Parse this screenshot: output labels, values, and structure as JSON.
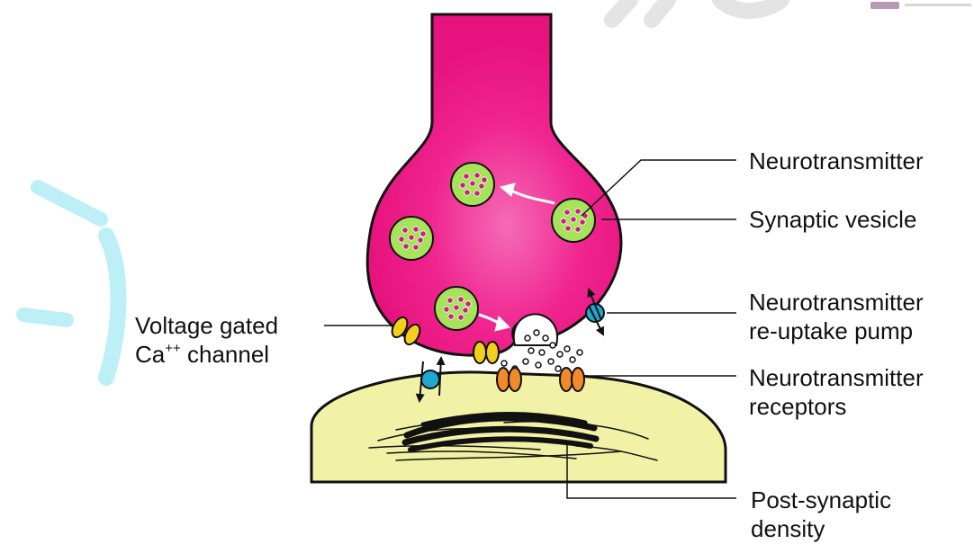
{
  "labels": {
    "neurotransmitter": "Neurotransmitter",
    "synaptic_vesicle": "Synaptic vesicle",
    "reuptake_line1": "Neurotransmitter",
    "reuptake_line2": "re-uptake pump",
    "receptors_line1": "Neurotransmitter",
    "receptors_line2": "receptors",
    "psd_line1": "Post-synaptic",
    "psd_line2": "density",
    "vgcc_line1": "Voltage gated",
    "vgcc_line2_prefix": "Ca",
    "vgcc_line2_sup": "++",
    "vgcc_line2_suffix": " channel"
  },
  "colors": {
    "presynaptic_terminal": "#f0208e",
    "vesicle_fill": "#a6e35a",
    "neurotransmitter_dot": "#c9217a",
    "postsynaptic_cell": "#f2f2a6",
    "ca_channel": "#f2cf1c",
    "receptor": "#f08a2a",
    "reuptake_pump": "#21a6cf",
    "watermark": "#bdeff7"
  }
}
